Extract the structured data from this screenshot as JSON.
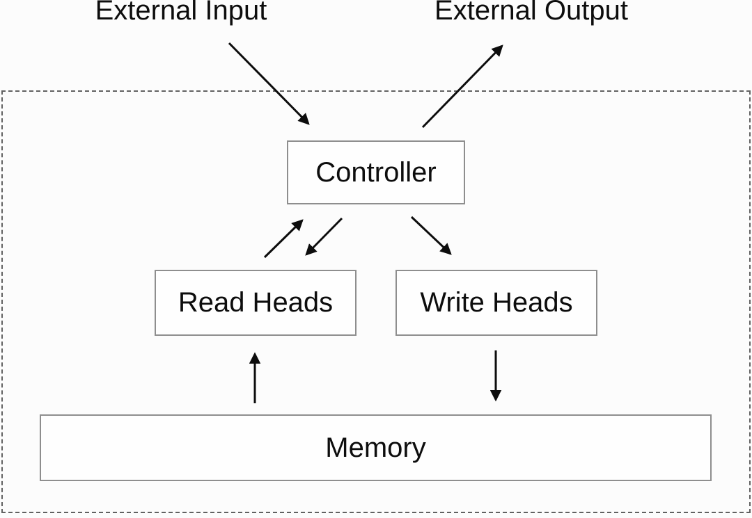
{
  "labels": {
    "external_input": "External Input",
    "external_output": "External Output"
  },
  "nodes": {
    "controller": {
      "label": "Controller"
    },
    "read_heads": {
      "label": "Read Heads"
    },
    "write_heads": {
      "label": "Write Heads"
    },
    "memory": {
      "label": "Memory"
    }
  },
  "edges": [
    {
      "from": "External Input",
      "to": "Controller"
    },
    {
      "from": "Controller",
      "to": "External Output"
    },
    {
      "from": "Read Heads",
      "to": "Controller"
    },
    {
      "from": "Controller",
      "to": "Read Heads"
    },
    {
      "from": "Controller",
      "to": "Write Heads"
    },
    {
      "from": "Memory",
      "to": "Read Heads"
    },
    {
      "from": "Write Heads",
      "to": "Memory"
    }
  ],
  "colors": {
    "background": "#fcfcfc",
    "text": "#0d0d0d",
    "arrow": "#0d0d0d",
    "node_border": "#8e8e8e",
    "node_fill": "#fefefe",
    "boundary_border": "#616161"
  }
}
